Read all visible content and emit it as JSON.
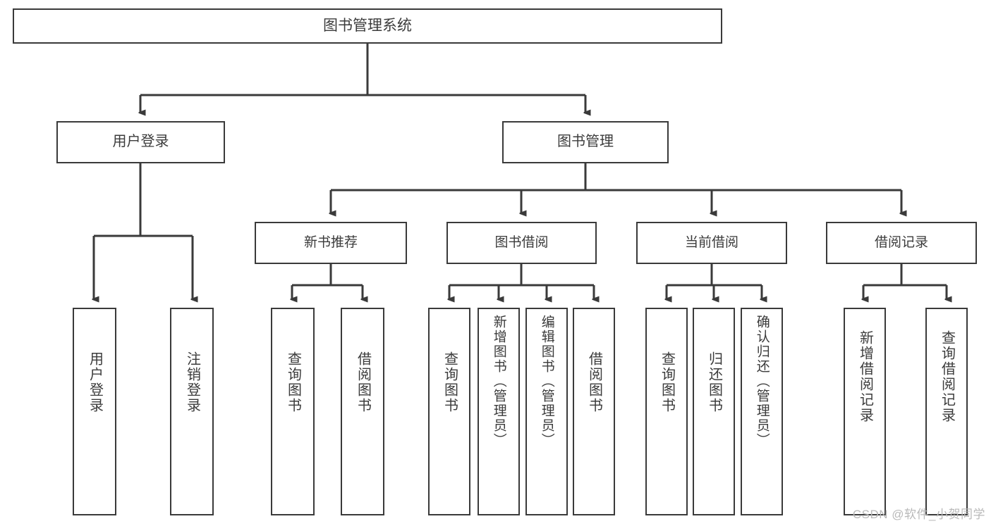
{
  "diagram": {
    "title": "图书管理系统",
    "type": "functional-structure-tree",
    "root": {
      "id": "root",
      "label": "图书管理系统"
    },
    "level2": [
      {
        "id": "user-login",
        "label": "用户登录"
      },
      {
        "id": "book-manage",
        "label": "图书管理"
      }
    ],
    "level3": [
      {
        "id": "new-book-recommend",
        "label": "新书推荐",
        "parent": "book-manage"
      },
      {
        "id": "book-borrow",
        "label": "图书借阅",
        "parent": "book-manage"
      },
      {
        "id": "current-borrow",
        "label": "当前借阅",
        "parent": "book-manage"
      },
      {
        "id": "borrow-record",
        "label": "借阅记录",
        "parent": "book-manage"
      }
    ],
    "leaves": [
      {
        "id": "leaf-user-login",
        "label": "用户登录",
        "parent": "user-login"
      },
      {
        "id": "leaf-logout",
        "label": "注销登录",
        "parent": "user-login"
      },
      {
        "id": "leaf-query-book-1",
        "label": "查询图书",
        "parent": "new-book-recommend"
      },
      {
        "id": "leaf-borrow-book-1",
        "label": "借阅图书",
        "parent": "new-book-recommend"
      },
      {
        "id": "leaf-query-book-2",
        "label": "查询图书",
        "parent": "book-borrow"
      },
      {
        "id": "leaf-add-book",
        "label": "新增图书（管理员）",
        "parent": "book-borrow"
      },
      {
        "id": "leaf-edit-book",
        "label": "编辑图书（管理员）",
        "parent": "book-borrow"
      },
      {
        "id": "leaf-borrow-book-2",
        "label": "借阅图书",
        "parent": "book-borrow"
      },
      {
        "id": "leaf-query-book-3",
        "label": "查询图书",
        "parent": "current-borrow"
      },
      {
        "id": "leaf-return-book",
        "label": "归还图书",
        "parent": "current-borrow"
      },
      {
        "id": "leaf-confirm-return",
        "label": "确认归还（管理员）",
        "parent": "current-borrow"
      },
      {
        "id": "leaf-add-record",
        "label": "新增借阅记录",
        "parent": "borrow-record"
      },
      {
        "id": "leaf-query-record",
        "label": "查询借阅记录",
        "parent": "borrow-record"
      }
    ]
  },
  "watermark": {
    "text": "CSDN @软件_小贺同学"
  },
  "colors": {
    "stroke": "#3a3a3a",
    "text": "#3b3b3b",
    "background": "#ffffff",
    "watermark": "#b9b9b9"
  }
}
